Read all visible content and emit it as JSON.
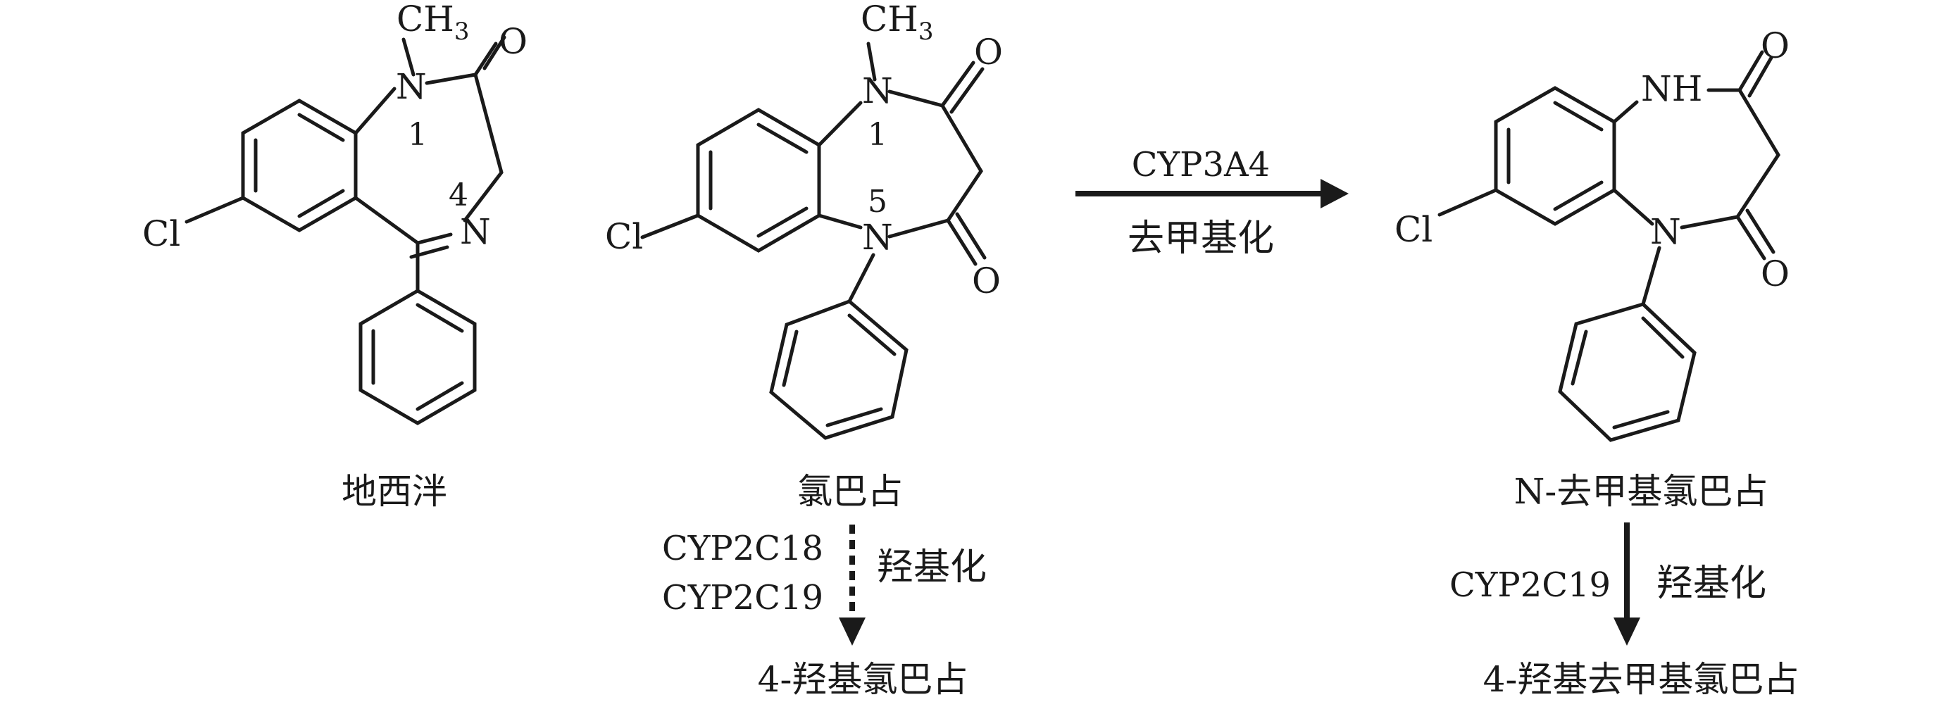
{
  "atoms": {
    "ch3": "CH",
    "ch3_sub": "3",
    "o": "O",
    "n": "N",
    "nh": "NH",
    "cl": "Cl"
  },
  "position_numbers": {
    "diazepam_n1": "1",
    "diazepam_n4": "4",
    "clobazam_n1": "1",
    "clobazam_n5": "5"
  },
  "compounds": {
    "diazepam": "地西泮",
    "clobazam": "氯巴占",
    "n_desmethylclobazam": "N-去甲基氯巴占",
    "hydroxy_clobazam": "4-羟基氯巴占",
    "hydroxy_desmethylclobazam": "4-羟基去甲基氯巴占"
  },
  "reactions": {
    "demethylation": {
      "enzyme": "CYP3A4",
      "label": "去甲基化",
      "style": "solid"
    },
    "clobazam_hydroxylation": {
      "enzymes": [
        "CYP2C18",
        "CYP2C19"
      ],
      "label": "羟基化",
      "style": "dashed"
    },
    "desmethyl_hydroxylation": {
      "enzyme": "CYP2C19",
      "label": "羟基化",
      "style": "solid"
    }
  }
}
